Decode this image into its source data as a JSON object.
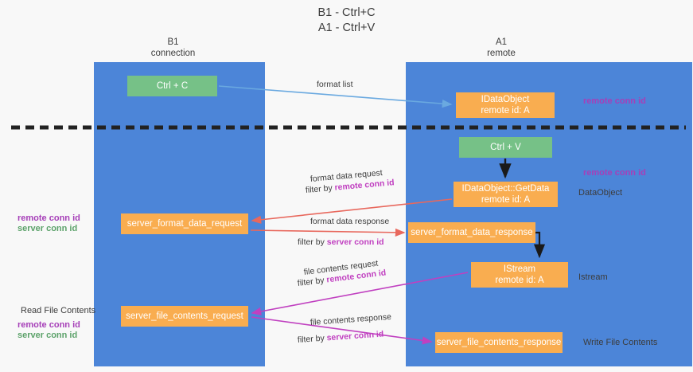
{
  "title": {
    "line1": "B1 - Ctrl+C",
    "line2": "A1 - Ctrl+V"
  },
  "columns": {
    "left": {
      "name": "B1",
      "role": "connection"
    },
    "right": {
      "name": "A1",
      "role": "remote"
    }
  },
  "nodes": {
    "ctrl_c": {
      "label": "Ctrl + C",
      "color": "#76c187"
    },
    "idataobject": {
      "line1": "IDataObject",
      "line2": "remote id: A",
      "color": "#f9ad50"
    },
    "ctrl_v": {
      "label": "Ctrl + V",
      "color": "#76c187"
    },
    "getdata": {
      "line1": "IDataObject::GetData",
      "line2": "remote id: A",
      "color": "#f9ad50"
    },
    "server_format_data_request": {
      "label": "server_format_data_request",
      "color": "#f9ad50"
    },
    "server_format_data_response": {
      "label": "server_format_data_response",
      "color": "#f9ad50"
    },
    "istream": {
      "line1": "IStream",
      "line2": "remote id: A",
      "color": "#f9ad50"
    },
    "server_file_contents_request": {
      "label": "server_file_contents_request",
      "color": "#f9ad50"
    },
    "server_file_contents_response": {
      "label": "server_file_contents_response",
      "color": "#f9ad50"
    }
  },
  "flows": {
    "format_list": "format list",
    "format_data_request": "format data request",
    "format_data_request_filter_prefix": "filter by ",
    "format_data_request_filter_key": "remote conn id",
    "format_data_response": "format data response",
    "format_data_response_filter_prefix": "filter by ",
    "format_data_response_filter_key": "server conn id",
    "file_contents_request": "file contents request",
    "file_contents_request_filter_prefix": "filter by ",
    "file_contents_request_filter_key": "remote conn id",
    "file_contents_response": "file contents response",
    "file_contents_response_filter_prefix": "filter by ",
    "file_contents_response_filter_key": "server conn id"
  },
  "annotations": {
    "right_remote_conn_id_top": "remote conn id",
    "right_remote_conn_id_mid": "remote conn id",
    "right_dataobject": "DataObject",
    "right_istream": "Istream",
    "right_write_file_contents": "Write File Contents",
    "left_read_file_contents": "Read File Contents",
    "left_remote_conn_id_mid": "remote conn id",
    "left_server_conn_id_mid": "server conn id",
    "left_remote_conn_id_bottom": "remote conn id",
    "left_server_conn_id_bottom": "server conn id"
  },
  "colors": {
    "lane": "#4c85d8",
    "node_green": "#76c187",
    "node_orange": "#f9ad50",
    "magenta": "#a63fb8",
    "green_text": "#5ca26a",
    "arrow_lightblue": "#6aa9e0",
    "arrow_red": "#e8685d",
    "arrow_magenta": "#c040c0",
    "arrow_black": "#1a1a1a",
    "divider": "#222222",
    "background": "#f8f8f8"
  }
}
